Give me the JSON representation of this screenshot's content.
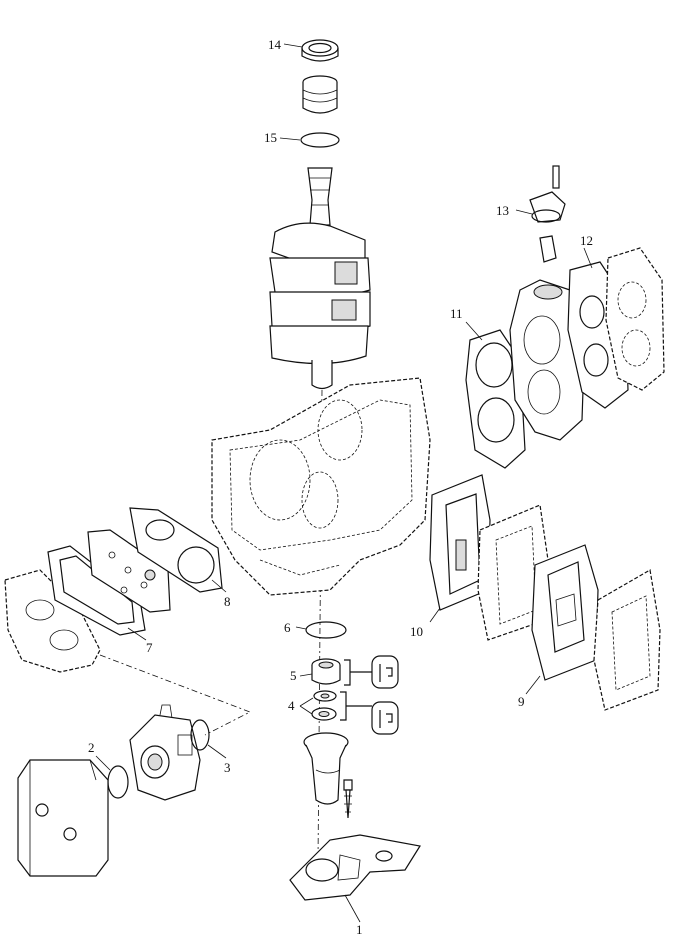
{
  "callouts": {
    "c1": "1",
    "c2": "2",
    "c3": "3",
    "c4": "4",
    "c5": "5",
    "c6": "6",
    "c7": "7",
    "c8": "8",
    "c9": "9",
    "c10": "10",
    "c11": "11",
    "c12": "12",
    "c13": "13",
    "c14": "14",
    "c15": "15"
  },
  "colors": {
    "line": "#111111",
    "shade": "#dcdcdc",
    "background": "#ffffff"
  },
  "icons": {
    "grease": "grease-tube-icon"
  }
}
